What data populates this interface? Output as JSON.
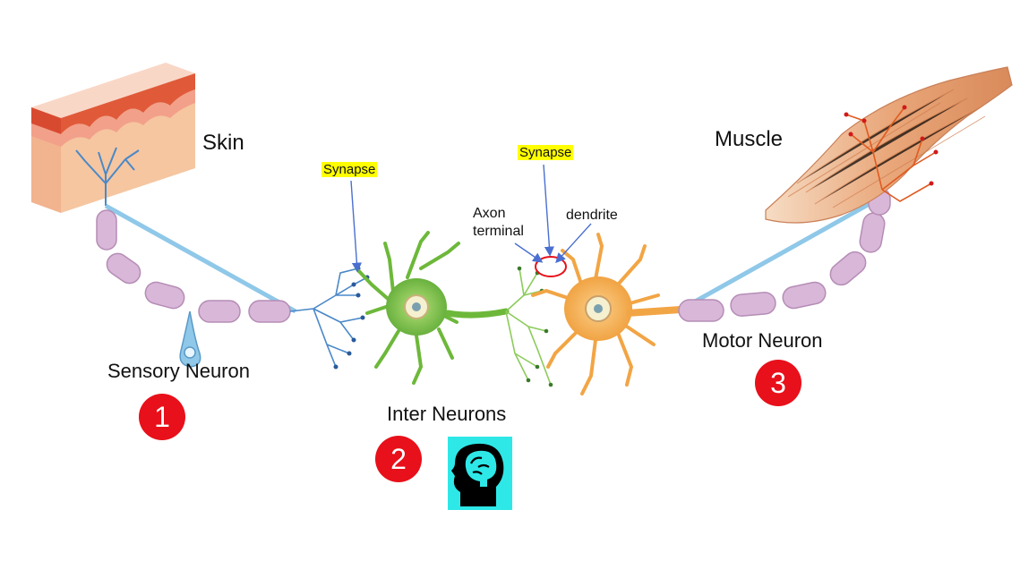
{
  "labels": {
    "skin": "Skin",
    "muscle": "Muscle",
    "sensory_neuron": "Sensory Neuron",
    "inter_neurons": "Inter Neurons",
    "motor_neuron": "Motor Neuron",
    "synapse_left": "Synapse",
    "synapse_right": "Synapse",
    "axon_terminal_line1": "Axon",
    "axon_terminal_line2": "terminal",
    "dendrite": "dendrite"
  },
  "badges": {
    "one": "1",
    "two": "2",
    "three": "3"
  },
  "colors": {
    "badge": "#e8101a",
    "brain_box": "#2ee8e8",
    "sensory_myelin": "#d9b7d9",
    "sensory_dendrite": "#4a88c8",
    "inter_neuron": "#7cc24a",
    "motor_neuron": "#f2a545",
    "muscle": "#e8b48c",
    "skin": "#f4c9a0",
    "highlight": "#ffff00",
    "arrow": "#4a6fd0"
  },
  "icons": {
    "brain_head": "head-with-brain-icon"
  }
}
